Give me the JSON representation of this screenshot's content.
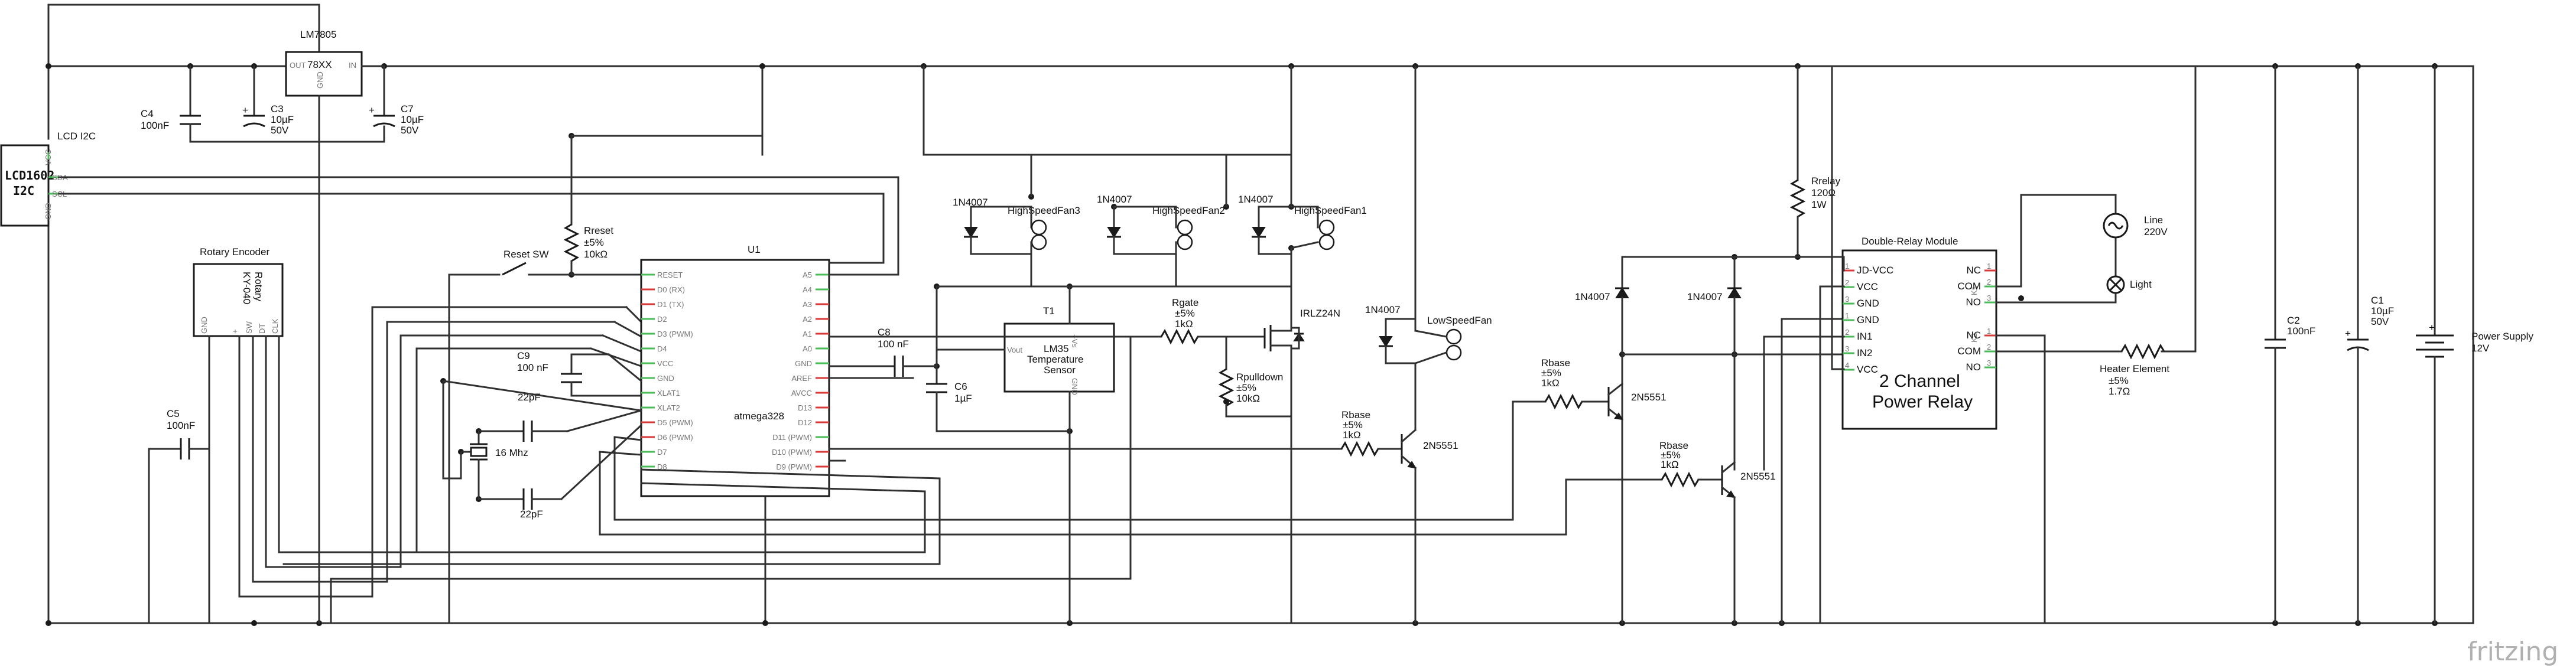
{
  "brand": "fritzing",
  "components": {
    "lcd": {
      "title": "LCD I2C",
      "chip_line1": "LCD1602",
      "chip_line2": "I2C",
      "pins": [
        "VCC",
        "SDA",
        "SCL",
        "GND"
      ]
    },
    "regulator": {
      "title": "LM7805",
      "chip": "78XX",
      "pins": [
        "OUT",
        "GND",
        "IN"
      ]
    },
    "c4": {
      "ref": "C4",
      "value": "100nF"
    },
    "c3": {
      "ref": "C3",
      "value": "10µF",
      "voltage": "50V"
    },
    "c7": {
      "ref": "C7",
      "value": "10µF",
      "voltage": "50V"
    },
    "rotary": {
      "title": "Rotary Encoder",
      "chip_line1": "Rotary",
      "chip_line2": "KY-040",
      "pins": [
        "GND",
        "+",
        "SW",
        "DT",
        "CLK"
      ]
    },
    "c5": {
      "ref": "C5",
      "value": "100nF"
    },
    "reset_sw": {
      "label": "Reset SW"
    },
    "rreset": {
      "ref": "Rreset",
      "tol": "±5%",
      "value": "10kΩ"
    },
    "c9": {
      "ref": "C9",
      "value": "100 nF"
    },
    "c22a": {
      "value": "22pF"
    },
    "c22b": {
      "value": "22pF"
    },
    "crystal": {
      "value": "16 Mhz"
    },
    "mcu": {
      "ref": "U1",
      "name": "atmega328",
      "left_pins": [
        "RESET",
        "D0 (RX)",
        "D1 (TX)",
        "D2",
        "D3 (PWM)",
        "D4",
        "VCC",
        "GND",
        "XLAT1",
        "XLAT2",
        "D5 (PWM)",
        "D6 (PWM)",
        "D7",
        "D8"
      ],
      "right_pins": [
        "A5",
        "A4",
        "A3",
        "A2",
        "A1",
        "A0",
        "GND",
        "AREF",
        "AVCC",
        "D13",
        "D12",
        "D11 (PWM)",
        "D10 (PWM)",
        "D9 (PWM)"
      ]
    },
    "c8": {
      "ref": "C8",
      "value": "100 nF"
    },
    "c6": {
      "ref": "C6",
      "value": "1µF"
    },
    "t1": {
      "ref": "T1",
      "line1": "LM35",
      "line2": "Temperature",
      "line3": "Sensor",
      "pins": [
        "Vout",
        "+Vs",
        "GND"
      ]
    },
    "rgate": {
      "ref": "Rgate",
      "tol": "±5%",
      "value": "1kΩ"
    },
    "mosfet": {
      "name": "IRLZ24N"
    },
    "rpulldown": {
      "ref": "Rpulldown",
      "tol": "±5%",
      "value": "10kΩ"
    },
    "rbase1": {
      "ref": "Rbase",
      "tol": "±5%",
      "value": "1kΩ"
    },
    "q1": {
      "name": "2N5551"
    },
    "fan3": {
      "diode": "1N4007",
      "label": "HighSpeedFan3"
    },
    "fan2": {
      "diode": "1N4007",
      "label": "HighSpeedFan2"
    },
    "fan1": {
      "diode": "1N4007",
      "label": "HighSpeedFan1"
    },
    "fanlow": {
      "diode": "1N4007",
      "label": "LowSpeedFan"
    },
    "rrelay": {
      "ref": "Rrelay",
      "value": "120Ω",
      "power": "1W"
    },
    "d_relay1": {
      "label": "1N4007"
    },
    "d_relay2": {
      "label": "1N4007"
    },
    "rbase2": {
      "ref": "Rbase",
      "tol": "±5%",
      "value": "1kΩ"
    },
    "q2": {
      "name": "2N5551"
    },
    "rbase3": {
      "ref": "Rbase",
      "tol": "±5%",
      "value": "1kΩ"
    },
    "q3": {
      "name": "2N5551"
    },
    "relay": {
      "title": "Double-Relay Module",
      "line1": "2 Channel",
      "line2": "Power Relay",
      "left_pins": [
        "JD-VCC",
        "VCC",
        "GND",
        "GND",
        "IN1",
        "IN2",
        "VCC"
      ],
      "right_pins": [
        "NC",
        "COM",
        "NO",
        "NC",
        "COM",
        "NO"
      ],
      "pin_nums_left": [
        "1",
        "2",
        "3",
        "1",
        "2",
        "3",
        "4"
      ],
      "pin_nums_right": [
        "1",
        "2",
        "3",
        "1",
        "2",
        "3"
      ],
      "k1": "K1",
      "k2": "K2"
    },
    "line": {
      "label": "Line",
      "value": "220V"
    },
    "light": {
      "label": "Light"
    },
    "heater": {
      "label": "Heater Element",
      "tol": "±5%",
      "value": "1.7Ω"
    },
    "c2": {
      "ref": "C2",
      "value": "100nF"
    },
    "c1": {
      "ref": "C1",
      "value": "10µF",
      "voltage": "50V"
    },
    "psu": {
      "label": "Power Supply",
      "value": "12V"
    }
  }
}
